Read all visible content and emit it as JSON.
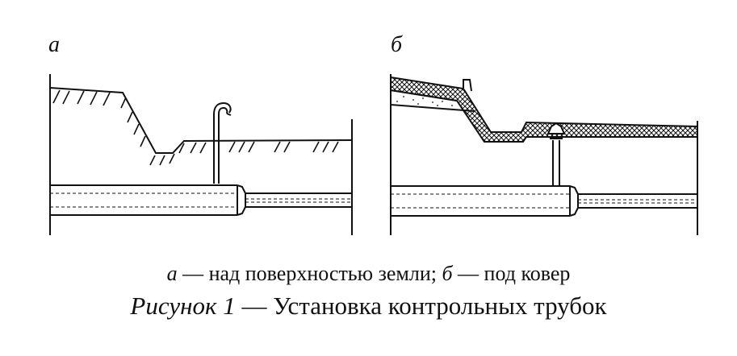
{
  "panels": {
    "a": {
      "label": "а"
    },
    "b": {
      "label": "б"
    }
  },
  "caption": {
    "legend": {
      "a_key": "а",
      "a_text": " — над поверхностью земли; ",
      "b_key": "б",
      "b_text": " — под ковер"
    },
    "figure_number": "Рисунок 1",
    "figure_title": " — Установка контрольных трубок"
  }
}
